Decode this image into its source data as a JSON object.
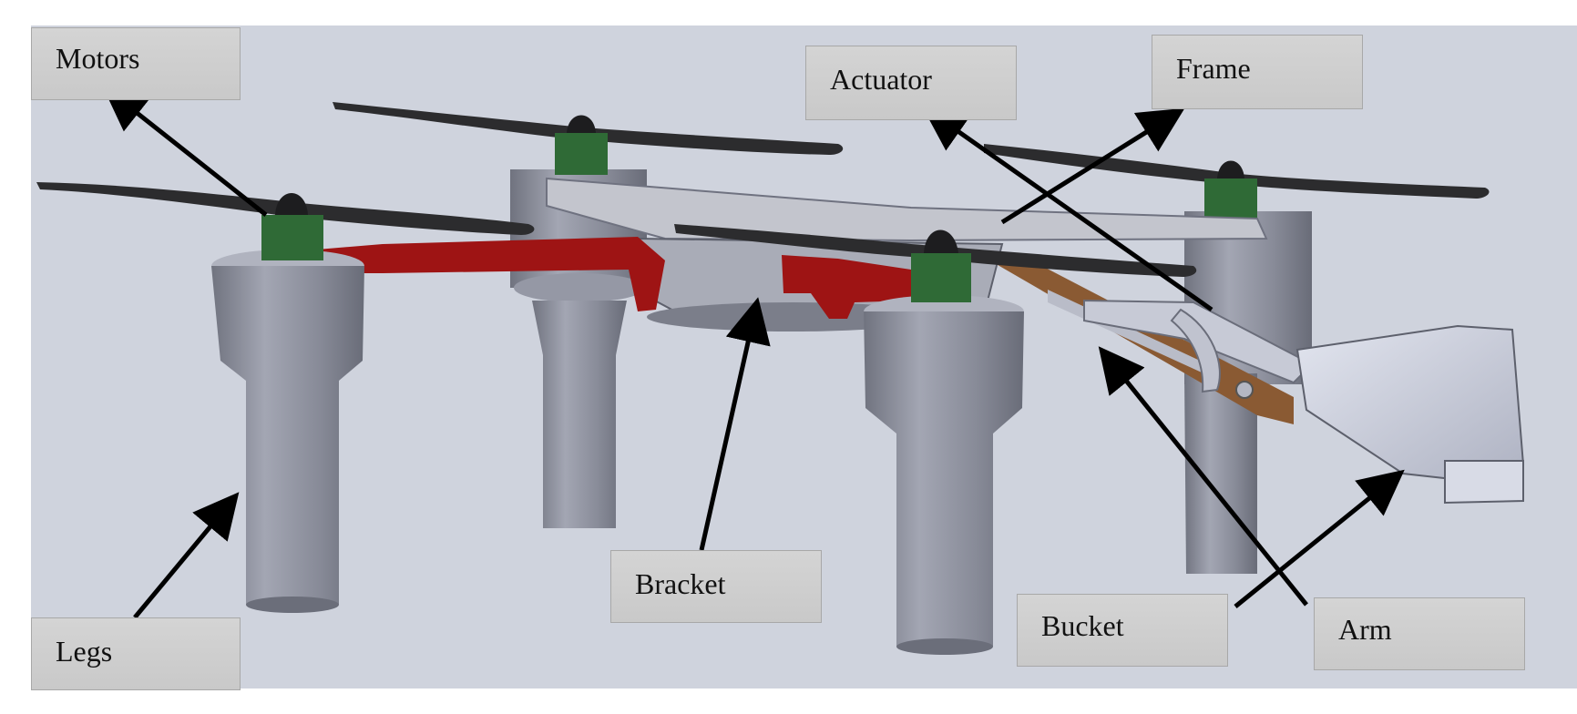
{
  "labels": {
    "motors": "Motors",
    "actuator": "Actuator",
    "frame": "Frame",
    "bracket": "Bracket",
    "legs": "Legs",
    "bucket": "Bucket",
    "arm": "Arm"
  },
  "colors": {
    "background": "#cfd3dd",
    "leg": "#8e919e",
    "frame_arm_red": "#9e1414",
    "boom_brown": "#8a5a33",
    "motor_green": "#2f6a36",
    "propeller": "#2c2c2e",
    "bucket": "#cdd1e0"
  }
}
